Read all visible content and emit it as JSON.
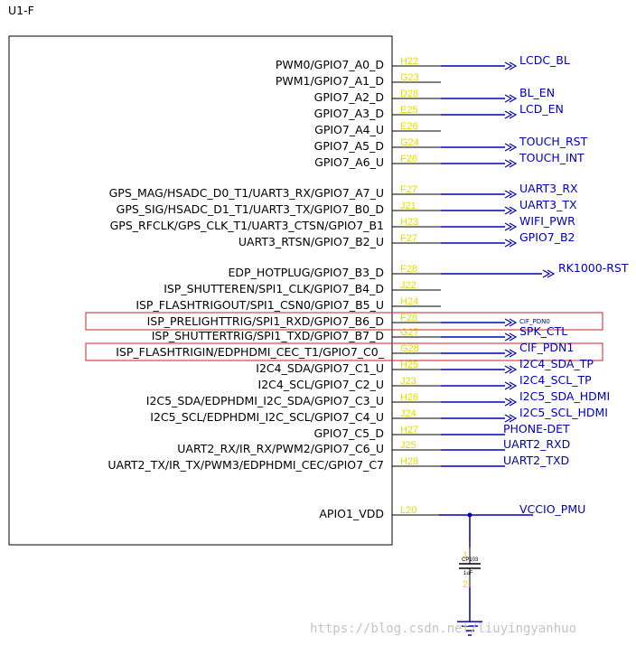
{
  "title": "U1-F",
  "colors": {
    "wire": "#0000b8",
    "pin_number": "#e8d700",
    "highlight": "#d02020"
  },
  "pins": [
    {
      "name": "PWM0/GPIO7_A0_D",
      "num": "H22",
      "net": "LCDC_BL",
      "arrow": "single"
    },
    {
      "name": "PWM1/GPIO7_A1_D",
      "num": "G23",
      "net": "",
      "arrow": "none"
    },
    {
      "name": "GPIO7_A2_D",
      "num": "D28",
      "net": "BL_EN",
      "arrow": "single"
    },
    {
      "name": "GPIO7_A3_D",
      "num": "E25",
      "net": "LCD_EN",
      "arrow": "single"
    },
    {
      "name": "GPIO7_A4_U",
      "num": "E26",
      "net": "",
      "arrow": "none"
    },
    {
      "name": "GPIO7_A5_D",
      "num": "G24",
      "net": "TOUCH_RST",
      "arrow": "single"
    },
    {
      "name": "GPIO7_A6_U",
      "num": "F26",
      "net": "TOUCH_INT",
      "arrow": "single"
    },
    {
      "name": "GPS_MAG/HSADC_D0_T1/UART3_RX/GPIO7_A7_U",
      "num": "F27",
      "net": "UART3_RX",
      "arrow": "single"
    },
    {
      "name": "GPS_SIG/HSADC_D1_T1/UART3_TX/GPIO7_B0_D",
      "num": "J21",
      "net": "UART3_TX",
      "arrow": "single"
    },
    {
      "name": "GPS_RFCLK/GPS_CLK_T1/UART3_CTSN/GPIO7_B1",
      "num": "H23",
      "net": "WIFI_PWR",
      "arrow": "single"
    },
    {
      "name": "UART3_RTSN/GPIO7_B2_U",
      "num": "F27",
      "net": "GPIO7_B2",
      "arrow": "single"
    },
    {
      "name": "EDP_HOTPLUG/GPIO7_B3_D",
      "num": "F28",
      "net": "RK1000-RST",
      "arrow": "double"
    },
    {
      "name": "ISP_SHUTTEREN/SPI1_CLK/GPIO7_B4_D",
      "num": "J22",
      "net": "",
      "arrow": "none"
    },
    {
      "name": "ISP_FLASHTRIGOUT/SPI1_CSN0/GPIO7_B5_U",
      "num": "H24",
      "net": "",
      "arrow": "none"
    },
    {
      "name": "ISP_PRELIGHTTRIG/SPI1_RXD/GPIO7_B6_D",
      "num": "F28",
      "net": "CIF_PDN0",
      "arrow": "single",
      "small": true,
      "highlight": true
    },
    {
      "name": "ISP_SHUTTERTRIG/SPI1_TXD/GPIO7_B7_D",
      "num": "G27",
      "net": "SPK_CTL",
      "arrow": "single"
    },
    {
      "name": "ISP_FLASHTRIGIN/EDPHDMI_CEC_T1/GPIO7_C0_",
      "num": "G28",
      "net": "CIF_PDN1",
      "arrow": "single",
      "highlight": true
    },
    {
      "name": "I2C4_SDA/GPIO7_C1_U",
      "num": "H25",
      "net": "I2C4_SDA_TP",
      "arrow": "single"
    },
    {
      "name": "I2C4_SCL/GPIO7_C2_U",
      "num": "J23",
      "net": "I2C4_SCL_TP",
      "arrow": "single"
    },
    {
      "name": "I2C5_SDA/EDPHDMI_I2C_SDA/GPIO7_C3_U",
      "num": "H26",
      "net": "I2C5_SDA_HDMI",
      "arrow": "single"
    },
    {
      "name": "I2C5_SCL/EDPHDMI_I2C_SCL/GPIO7_C4_U",
      "num": "J24",
      "net": "I2C5_SCL_HDMI",
      "arrow": "single"
    },
    {
      "name": "GPIO7_C5_D",
      "num": "H27",
      "net": "PHONE-DET",
      "arrow": "none"
    },
    {
      "name": "UART2_RX/IR_RX/PWM2/GPIO7_C6_U",
      "num": "J25",
      "net": "UART2_RXD",
      "arrow": "none"
    },
    {
      "name": "UART2_TX/IR_TX/PWM3/EDPHDMI_CEC/GPIO7_C7",
      "num": "H28",
      "net": "UART2_TXD",
      "arrow": "none"
    }
  ],
  "power_pin": {
    "name": "APIO1_VDD",
    "num": "L20",
    "net": "VCCIO_PMU"
  },
  "capacitor": {
    "ref": "CP103",
    "value": "1uF",
    "pin1": "1",
    "pin2": "2"
  },
  "watermark": "https://blog.csdn.net/liuyingyanhuo"
}
